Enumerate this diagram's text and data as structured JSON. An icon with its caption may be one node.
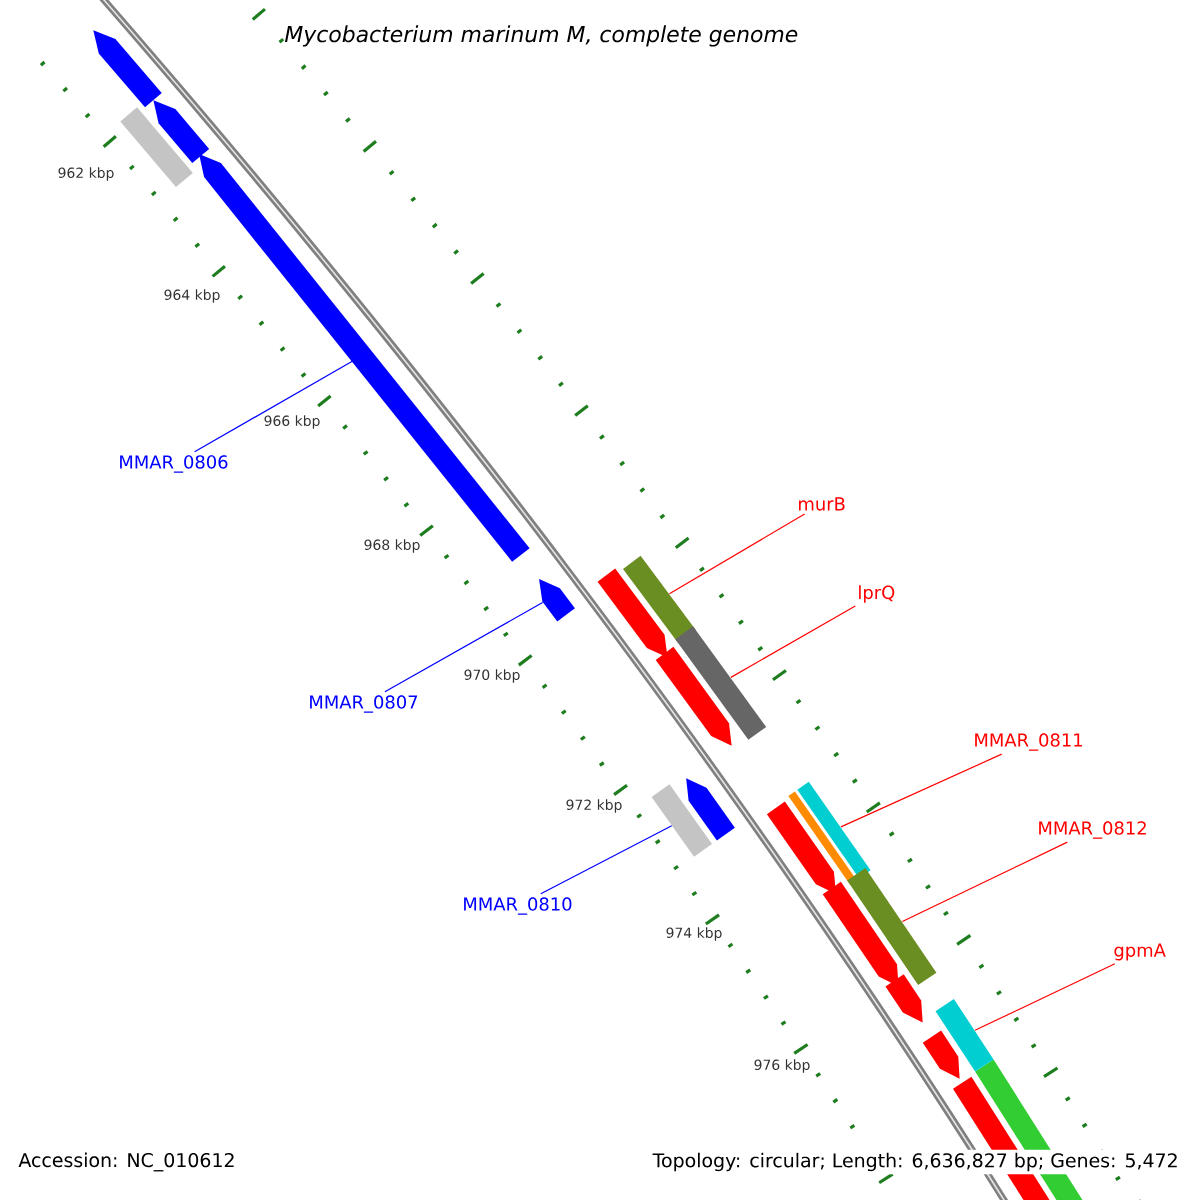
{
  "diagram": {
    "title": "Mycobacterium marinum M, complete genome",
    "nodes": [
      {
        "text": [
          "murB"
        ]
      },
      {
        "text": [],
        "shape": "bar"
      },
      {
        "text": [
          "lprQ"
        ]
      },
      {
        "text": [],
        "shape": "bar"
      },
      {
        "text": [
          "MMAR_0806"
        ]
      },
      {
        "text": [],
        "shape": "bar"
      },
      {
        "text": [
          "MMAR_0807"
        ]
      },
      {
        "text": [],
        "shape": "bar"
      },
      {
        "text": [
          "MMAR_0811"
        ]
      },
      {
        "text": [],
        "shape": "bar"
      },
      {
        "text": [
          "MMAR_0812"
        ]
      },
      {
        "text": [],
        "shape": "bar"
      },
      {
        "text": [
          "MMAR_0810"
        ]
      },
      {
        "text": [],
        "shape": "bar"
      },
      {
        "text": [
          "gpmA"
        ]
      },
      {
        "text": [],
        "shape": "bar"
      }
    ],
    "edges": [
      {
        "from": 0,
        "to": 1,
        "arrow": "none"
      },
      {
        "from": 2,
        "to": 3,
        "arrow": "none"
      },
      {
        "from": 4,
        "to": 5,
        "arrow": "none",
        "color": "#0000ff"
      },
      {
        "from": 6,
        "to": 7,
        "arrow": "none",
        "color": "#0000ff"
      },
      {
        "from": 8,
        "to": 9,
        "arrow": "none"
      },
      {
        "from": 10,
        "to": 11,
        "arrow": "none"
      },
      {
        "from": 12,
        "to": 13,
        "arrow": "none",
        "color": "#0000ff"
      },
      {
        "from": 14,
        "to": 15,
        "arrow": "none"
      }
    ],
    "labels": [
      "962 kbp",
      "964 kbp",
      "966 kbp",
      "968 kbp",
      "970 kbp",
      "972 kbp",
      "974 kbp",
      "976 kbp",
      "Accession: NC_010612",
      "Topology: circular; Length: 6,636,827 bp; Genes: 5,472"
    ]
  }
}
